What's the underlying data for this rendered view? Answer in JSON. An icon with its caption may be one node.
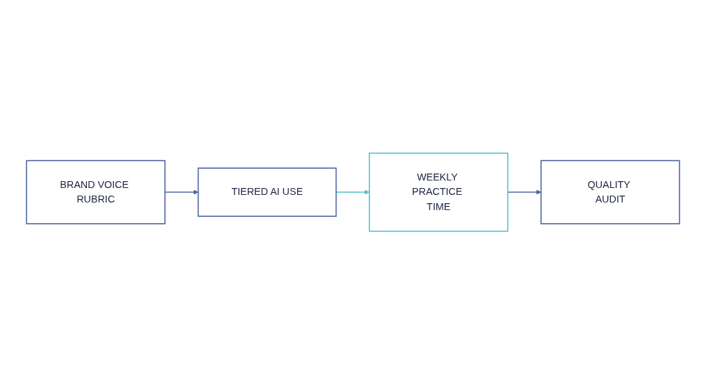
{
  "diagram": {
    "nodes": [
      {
        "text": [
          "BRAND VOICE RUBRIC"
        ]
      },
      {
        "text": [
          "TIERED AI USE"
        ]
      },
      {
        "text": [
          "WEEKLY PRACTICE TIME"
        ]
      },
      {
        "text": [
          "QUALITY AUDIT"
        ]
      }
    ],
    "edges": [
      {
        "from": 0,
        "to": 1,
        "arrow": "to"
      },
      {
        "from": 1,
        "to": 2,
        "arrow": "to",
        "color": "#4cc3c7"
      },
      {
        "from": 2,
        "to": 3,
        "arrow": "to"
      }
    ]
  }
}
